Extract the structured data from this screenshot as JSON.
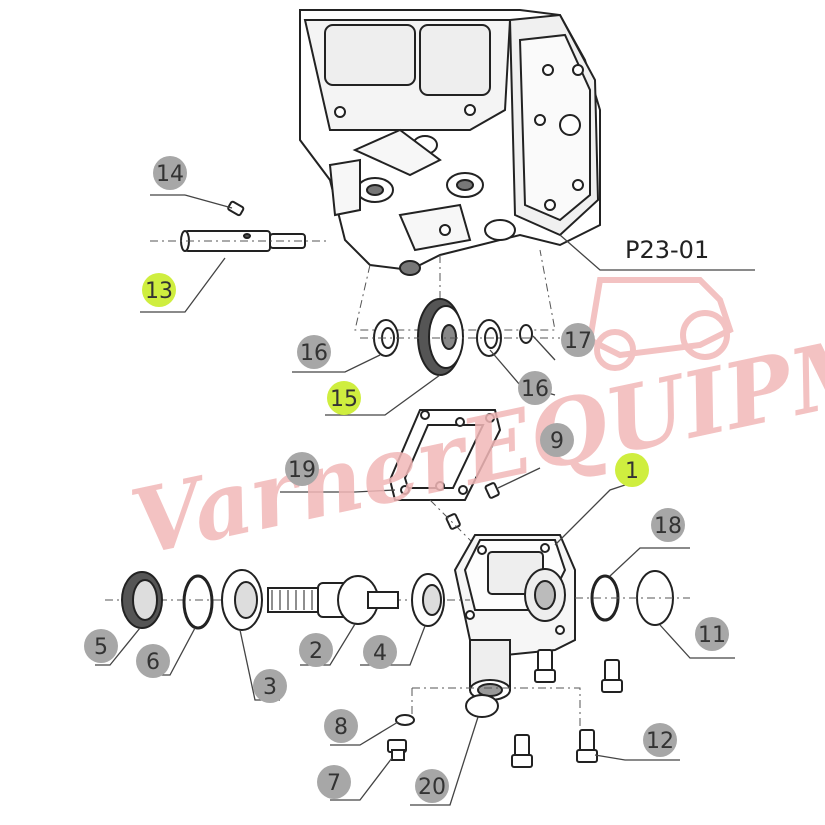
{
  "diagram": {
    "reference": "P23-01",
    "watermark": "VarnerEQUIPMENT",
    "callouts": [
      {
        "id": "c1",
        "number": "1",
        "highlight": true
      },
      {
        "id": "c2",
        "number": "2",
        "highlight": false
      },
      {
        "id": "c3",
        "number": "3",
        "highlight": false
      },
      {
        "id": "c4",
        "number": "4",
        "highlight": false
      },
      {
        "id": "c5",
        "number": "5",
        "highlight": false
      },
      {
        "id": "c6",
        "number": "6",
        "highlight": false
      },
      {
        "id": "c7",
        "number": "7",
        "highlight": false
      },
      {
        "id": "c8",
        "number": "8",
        "highlight": false
      },
      {
        "id": "c9",
        "number": "9",
        "highlight": false
      },
      {
        "id": "c11",
        "number": "11",
        "highlight": false
      },
      {
        "id": "c12",
        "number": "12",
        "highlight": false
      },
      {
        "id": "c13",
        "number": "13",
        "highlight": true
      },
      {
        "id": "c14",
        "number": "14",
        "highlight": false
      },
      {
        "id": "c15",
        "number": "15",
        "highlight": true
      },
      {
        "id": "c16a",
        "number": "16",
        "highlight": false
      },
      {
        "id": "c16b",
        "number": "16",
        "highlight": false
      },
      {
        "id": "c17",
        "number": "17",
        "highlight": false
      },
      {
        "id": "c18",
        "number": "18",
        "highlight": false
      },
      {
        "id": "c19",
        "number": "19",
        "highlight": false
      },
      {
        "id": "c20",
        "number": "20",
        "highlight": false
      }
    ],
    "colors": {
      "highlight": "#cfee3f",
      "callout_bg": "#a7a7a7",
      "watermark": "#f2b8b8"
    }
  }
}
